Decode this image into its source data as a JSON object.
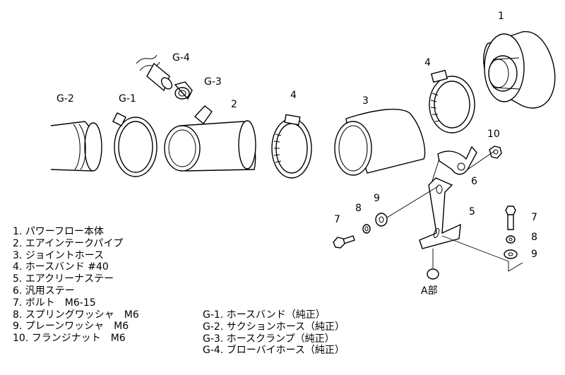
{
  "callouts": {
    "p1": "1",
    "p2": "2",
    "p3": "3",
    "p4a": "4",
    "p4b": "4",
    "p5": "5",
    "p6": "6",
    "p7a": "7",
    "p7b": "7",
    "p8a": "8",
    "p8b": "8",
    "p9a": "9",
    "p9b": "9",
    "p10": "10",
    "g1": "G-1",
    "g2": "G-2",
    "g3": "G-3",
    "g4": "G-4",
    "detail": "A部"
  },
  "parts_list": [
    {
      "no": "1.",
      "name": "パワーフロー本体"
    },
    {
      "no": "2.",
      "name": "エアインテークパイプ"
    },
    {
      "no": "3.",
      "name": "ジョイントホース"
    },
    {
      "no": "4.",
      "name": "ホースバンド #40"
    },
    {
      "no": "5.",
      "name": "エアクリーナステー"
    },
    {
      "no": "6.",
      "name": "汎用ステー"
    },
    {
      "no": "7.",
      "name": "ボルト　M6-15"
    },
    {
      "no": "8.",
      "name": "スプリングワッシャ　M6"
    },
    {
      "no": "9.",
      "name": "プレーンワッシャ　M6"
    },
    {
      "no": "10.",
      "name": "フランジナット　M6"
    }
  ],
  "genuine_parts": [
    {
      "no": "G-1.",
      "name": "ホースバンド（純正）"
    },
    {
      "no": "G-2.",
      "name": "サクションホース（純正）"
    },
    {
      "no": "G-3.",
      "name": "ホースクランプ（純正）"
    },
    {
      "no": "G-4.",
      "name": "ブローバイホース（純正）"
    }
  ]
}
